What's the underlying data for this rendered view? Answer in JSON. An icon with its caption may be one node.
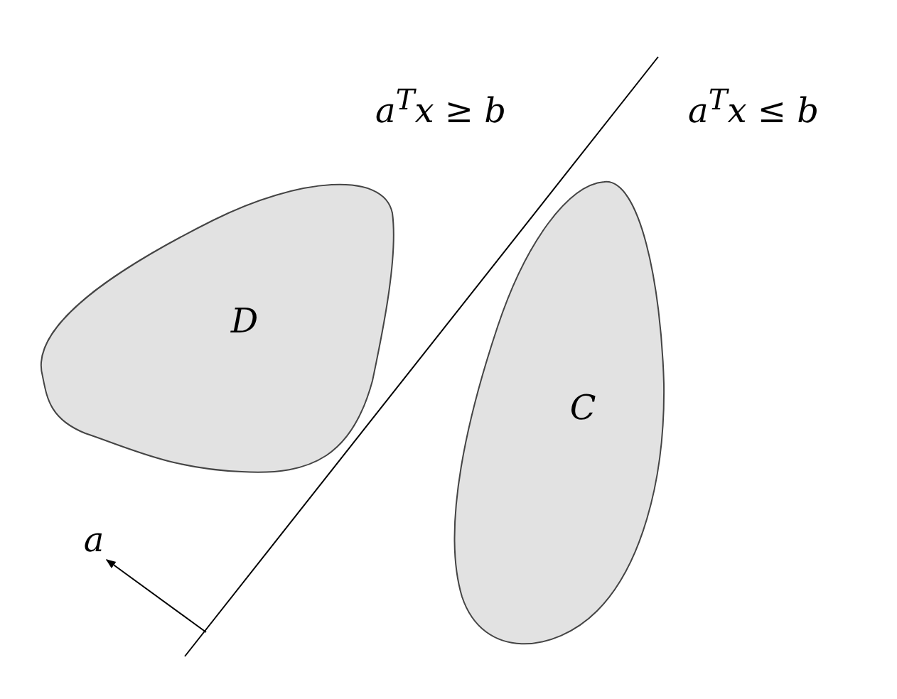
{
  "diagram": {
    "nodes": [
      {
        "text": [
          "D"
        ]
      },
      {
        "text": [
          "C"
        ]
      }
    ],
    "labels": [
      "a$^{T}$x ≥ b",
      "a$^{T}$x ≤ b",
      "a"
    ]
  }
}
